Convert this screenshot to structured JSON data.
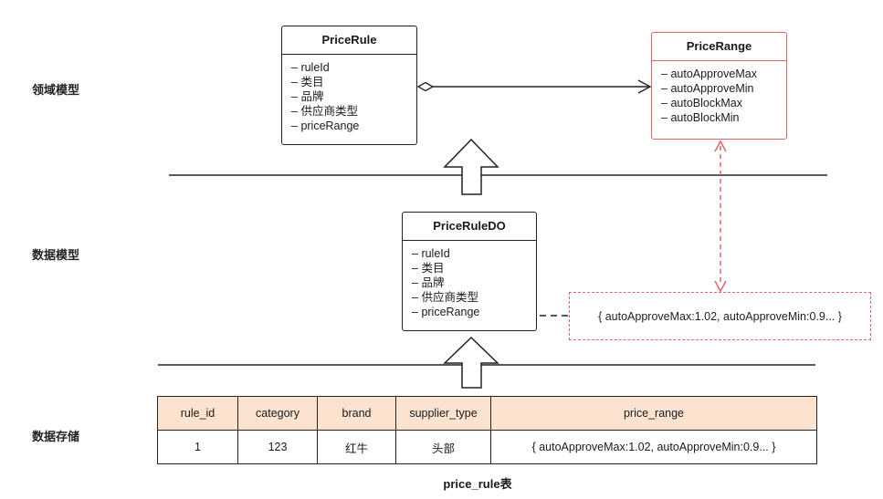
{
  "layers": {
    "domain": "领域模型",
    "data_model": "数据模型",
    "storage": "数据存储"
  },
  "price_rule": {
    "title": "PriceRule",
    "fields": [
      "ruleId",
      "类目",
      "品牌",
      "供应商类型",
      "priceRange"
    ]
  },
  "price_range": {
    "title": "PriceRange",
    "fields": [
      "autoApproveMax",
      "autoApproveMin",
      "autoBlockMax",
      "autoBlockMin"
    ],
    "accent_color": "#e06666"
  },
  "price_rule_do": {
    "title": "PriceRuleDO",
    "fields": [
      "ruleId",
      "类目",
      "品牌",
      "供应商类型",
      "priceRange"
    ]
  },
  "json_value": "{ autoApproveMax:1.02, autoApproveMin:0.9... }",
  "table": {
    "headers": [
      "rule_id",
      "category",
      "brand",
      "supplier_type",
      "price_range"
    ],
    "rows": [
      [
        "1",
        "123",
        "红牛",
        "头部",
        "{ autoApproveMax:1.02, autoApproveMin:0.9... }"
      ]
    ],
    "header_color": "#fbe3cf",
    "caption": "price_rule表"
  }
}
